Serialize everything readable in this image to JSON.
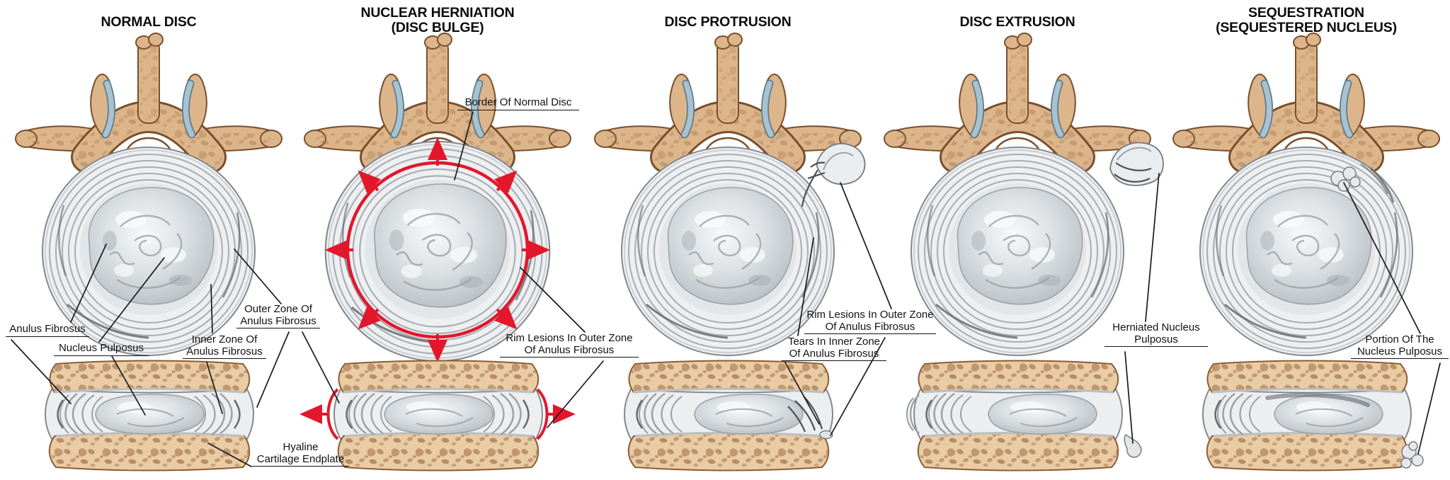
{
  "figure": {
    "description_colors": {
      "background": "#ffffff",
      "bone_light": "#dcb58b",
      "bone_outline": "#7a4f2c",
      "trabecular_speckle": "#9c6b40",
      "facet_cartilage": "#a9c2cf",
      "disc_base": "#edeff1",
      "anulus_ring": "#a7adb2",
      "nucleus_gray": "#c2c8cc",
      "annotation_red": "#e2172c",
      "label_text": "#121212"
    }
  },
  "panels": [
    {
      "id": "normal-disc",
      "title_lines": [
        "NORMAL DISC"
      ],
      "labels": {
        "anulus_fibrosus": [
          "Anulus Fibrosus"
        ],
        "nucleus_pulposus": [
          "Nucleus Pulposus"
        ],
        "inner_zone": [
          "Inner Zone Of",
          "Anulus Fibrosus"
        ],
        "outer_zone": [
          "Outer Zone Of",
          "Anulus Fibrosus"
        ],
        "hyaline": [
          "Hyaline",
          "Cartilage Endplate"
        ]
      }
    },
    {
      "id": "nuclear-herniation",
      "title_lines": [
        "NUCLEAR HERNIATION",
        "(DISC BULGE)"
      ],
      "labels": {
        "border_normal_disc": [
          "Border Of Normal Disc"
        ],
        "rim_lesions": [
          "Rim Lesions In Outer Zone",
          "Of Anulus Fibrosus"
        ]
      }
    },
    {
      "id": "disc-protrusion",
      "title_lines": [
        "DISC PROTRUSION"
      ],
      "labels": {
        "rim_lesions": [
          "Rim Lesions In Outer Zone",
          "Of Anulus Fibrosus"
        ],
        "tears_inner": [
          "Tears In Inner Zone",
          "Of Anulus Fibrosus"
        ]
      }
    },
    {
      "id": "disc-extrusion",
      "title_lines": [
        "DISC EXTRUSION"
      ],
      "labels": {
        "herniated_nucleus": [
          "Herniated Nucleus",
          "Pulposus"
        ]
      }
    },
    {
      "id": "sequestration",
      "title_lines": [
        "SEQUESTRATION",
        "(SEQUESTERED NUCLEUS)"
      ],
      "labels": {
        "portion_nucleus": [
          "Portion Of The",
          "Nucleus Pulposus"
        ]
      }
    }
  ]
}
